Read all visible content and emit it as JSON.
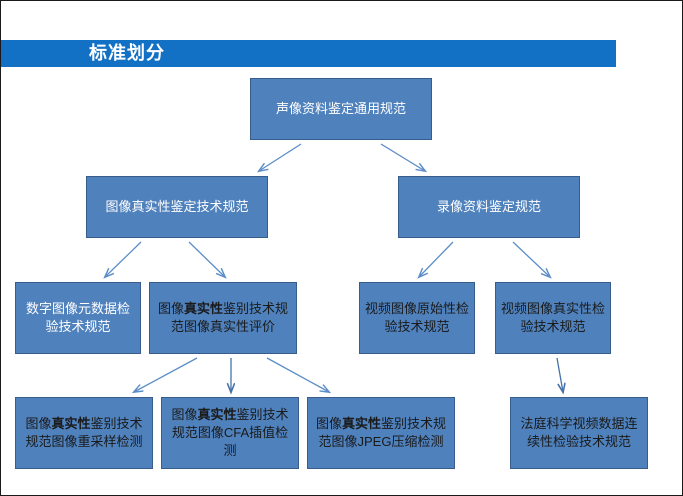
{
  "slide": {
    "title": "标准划分",
    "accent_color": "#1271C4",
    "node_fill": "#4F81BD",
    "node_border": "#385D8A",
    "arrow_color": "#5B8DC8",
    "page_background": "#FFFFFF"
  },
  "diagram": {
    "type": "hierarchy-tree",
    "levels": [
      {
        "level": 1,
        "nodes": [
          {
            "id": "root",
            "text": "声像资料鉴定通用规范",
            "bold_text": "",
            "text_color": "#FFFFFF"
          }
        ]
      },
      {
        "level": 2,
        "nodes": [
          {
            "id": "img-auth",
            "text": "图像真实性鉴定技术规范",
            "bold_text": "",
            "text_color": "#FFFFFF"
          },
          {
            "id": "video-std",
            "text": "录像资料鉴定规范",
            "bold_text": "",
            "text_color": "#FFFFFF"
          }
        ]
      },
      {
        "level": 3,
        "nodes": [
          {
            "id": "meta",
            "text": "数字图像元数据检验技术规范",
            "bold_text": "",
            "text_color": "#FFFFFF"
          },
          {
            "id": "eval",
            "prefix": "图像",
            "bold_text": "真实性",
            "suffix": "鉴别技术规范图像真实性评价",
            "text_color": "#1A1A1A"
          },
          {
            "id": "vid-orig",
            "text": "视频图像原始性检验技术规范",
            "bold_text": "",
            "text_color": "#1A1A1A"
          },
          {
            "id": "vid-auth",
            "text": "视频图像真实性检验技术规范",
            "bold_text": "",
            "text_color": "#1A1A1A"
          }
        ]
      },
      {
        "level": 4,
        "nodes": [
          {
            "id": "resample",
            "prefix": "图像",
            "bold_text": "真实性",
            "suffix": "鉴别技术规范图像重采样检测",
            "text_color": "#1A1A1A"
          },
          {
            "id": "cfa",
            "prefix": "图像",
            "bold_text": "真实性",
            "suffix": "鉴别技术规范图像CFA插值检测",
            "text_color": "#1A1A1A"
          },
          {
            "id": "jpeg",
            "prefix": "图像",
            "bold_text": "真实性",
            "suffix": "鉴别技术规范图像JPEG压缩检测",
            "text_color": "#1A1A1A"
          },
          {
            "id": "continuity",
            "text": "法庭科学视频数据连续性检验技术规范",
            "bold_text": "",
            "text_color": "#1A1A1A"
          }
        ]
      }
    ],
    "edges": [
      {
        "from": "root",
        "to": "img-auth"
      },
      {
        "from": "root",
        "to": "video-std"
      },
      {
        "from": "img-auth",
        "to": "meta"
      },
      {
        "from": "img-auth",
        "to": "eval"
      },
      {
        "from": "video-std",
        "to": "vid-orig"
      },
      {
        "from": "video-std",
        "to": "vid-auth"
      },
      {
        "from": "eval",
        "to": "resample"
      },
      {
        "from": "eval",
        "to": "cfa"
      },
      {
        "from": "eval",
        "to": "jpeg"
      },
      {
        "from": "vid-auth",
        "to": "continuity"
      }
    ]
  }
}
